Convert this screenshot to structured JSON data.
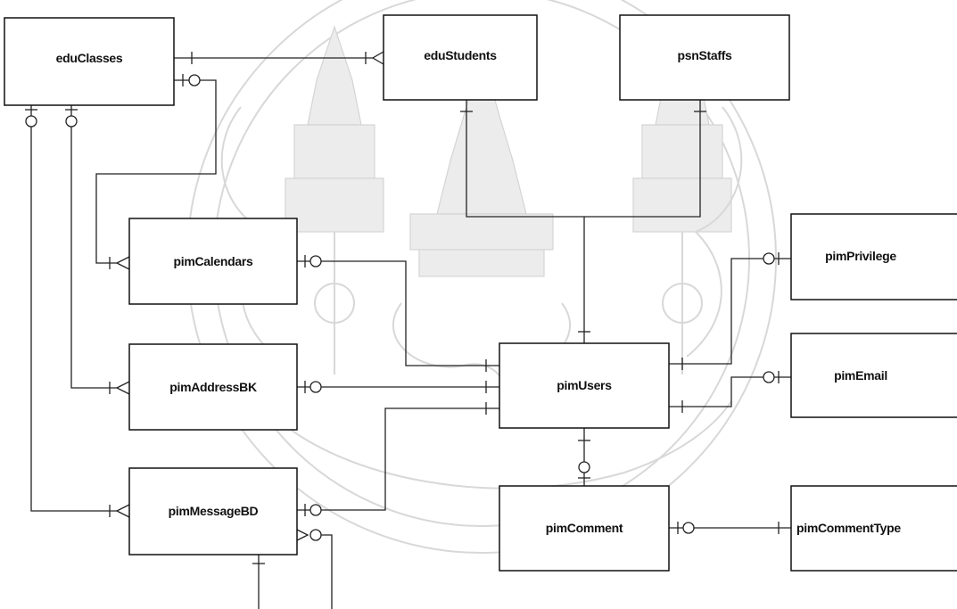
{
  "entities": {
    "eduClasses": "eduClasses",
    "eduStudents": "eduStudents",
    "psnStaffs": "psnStaffs",
    "pimCalendars": "pimCalendars",
    "pimAddressBK": "pimAddressBK",
    "pimMessageBD": "pimMessageBD",
    "pimUsers": "pimUsers",
    "pimPrivilege": "pimPrivilege",
    "pimEmail": "pimEmail",
    "pimComment": "pimComment",
    "pimCommentType": "pimCommentType"
  },
  "colors": {
    "line": "#222222",
    "watermark": "#d8d8d8"
  }
}
